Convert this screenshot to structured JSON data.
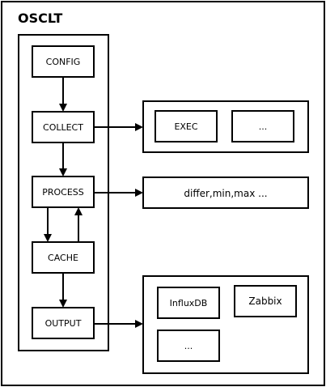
{
  "title": "OSCLT",
  "pipeline": {
    "config": "CONFIG",
    "collect": "COLLECT",
    "process": "PROCESS",
    "cache": "CACHE",
    "output": "OUTPUT"
  },
  "collectors": {
    "exec": "EXEC",
    "more": "..."
  },
  "processors": {
    "list": "differ,min,max ..."
  },
  "outputs": {
    "influxdb": "InfluxDB",
    "zabbix": "Zabbix",
    "more": "..."
  }
}
